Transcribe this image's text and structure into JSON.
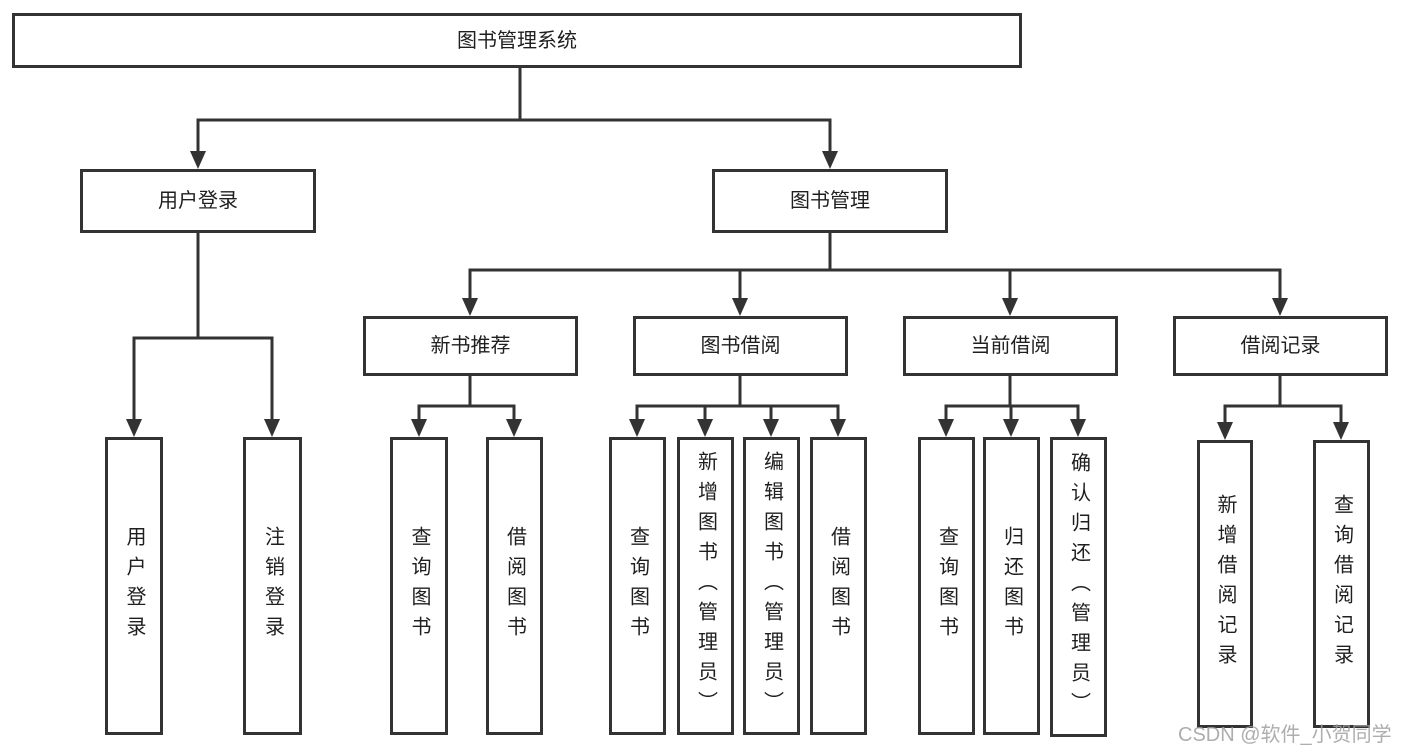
{
  "diagram": {
    "root": {
      "label": "图书管理系统",
      "children": [
        {
          "label": "用户登录",
          "children": [
            {
              "label": "用户登录"
            },
            {
              "label": "注销登录"
            }
          ]
        },
        {
          "label": "图书管理",
          "children": [
            {
              "label": "新书推荐",
              "children": [
                {
                  "label": "查询图书"
                },
                {
                  "label": "借阅图书"
                }
              ]
            },
            {
              "label": "图书借阅",
              "children": [
                {
                  "label": "查询图书"
                },
                {
                  "label": "新增图书（管理员）"
                },
                {
                  "label": "编辑图书（管理员）"
                },
                {
                  "label": "借阅图书"
                }
              ]
            },
            {
              "label": "当前借阅",
              "children": [
                {
                  "label": "查询图书"
                },
                {
                  "label": "归还图书"
                },
                {
                  "label": "确认归还（管理员）"
                }
              ]
            },
            {
              "label": "借阅记录",
              "children": [
                {
                  "label": "新增借阅记录"
                },
                {
                  "label": "查询借阅记录"
                }
              ]
            }
          ]
        }
      ]
    }
  },
  "watermark": {
    "text": "CSDN @软件_小贺同学"
  },
  "colors": {
    "line": "#333333",
    "text": "#1f1f1f",
    "background": "#ffffff",
    "watermark": "#a0a0a0"
  }
}
